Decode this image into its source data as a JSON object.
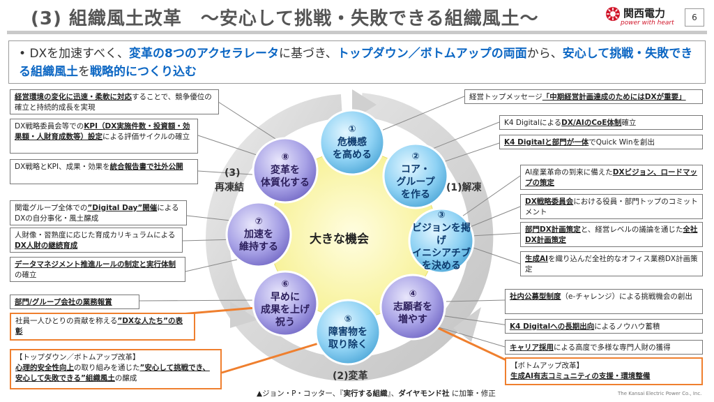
{
  "header": {
    "title": "(3) 組織風土改革　～安心して挑戦・失敗できる組織風土～",
    "logo_text": "関西電力",
    "logo_tagline": "power with heart",
    "page_number": "6"
  },
  "lead": {
    "bullet": "•",
    "seg1": "DXを加速すべく、",
    "seg2": "変革の8つのアクセラレータ",
    "seg3": "に基づき、",
    "seg4": "トップダウン／ボトムアップの両面",
    "seg5": "から、",
    "seg6": "安心して挑戦・失敗できる組織風土",
    "seg7": "を",
    "seg8": "戦略的につくり込む"
  },
  "diagram": {
    "center_label": "大きな機会",
    "phases": {
      "p1": "(1)解凍",
      "p2": "(2)変革",
      "p3_line1": "(3)",
      "p3_line2": "再凍結"
    },
    "nodes": [
      {
        "num": "①",
        "line1": "危機感",
        "line2": "を高める",
        "line3": ""
      },
      {
        "num": "②",
        "line1": "コア・",
        "line2": "グループ",
        "line3": "を作る"
      },
      {
        "num": "③",
        "line1": "ビジョンを掲げ",
        "line2": "イニシアチブ",
        "line3": "を決める"
      },
      {
        "num": "④",
        "line1": "志願者を",
        "line2": "増やす",
        "line3": ""
      },
      {
        "num": "⑤",
        "line1": "障害物を",
        "line2": "取り除く",
        "line3": ""
      },
      {
        "num": "⑥",
        "line1": "早めに",
        "line2": "成果を上げ",
        "line3": "祝う"
      },
      {
        "num": "⑦",
        "line1": "加速を",
        "line2": "維持する",
        "line3": ""
      },
      {
        "num": "⑧",
        "line1": "変革を",
        "line2": "体質化する",
        "line3": ""
      }
    ]
  },
  "left_boxes": {
    "b1": {
      "em": "経営環境の変化に迅速・柔軟に対応",
      "rest": "することで、競争優位の確立と持続的成長を実現"
    },
    "b2": {
      "pre": "DX戦略委員会等での",
      "em": "KPI（DX実施件数・投資額・効果額・人財育成数等）設定",
      "rest": "による評価サイクルの確立"
    },
    "b3": {
      "pre": "DX戦略とKPI、成果・効果を",
      "em": "統合報告書で社外公開",
      "rest": ""
    },
    "b4": {
      "pre": "関電グループ全体での",
      "em": "”Digital Day”開催",
      "rest": "によるDXの自分事化・風土醸成"
    },
    "b5": {
      "pre": "人財像・習熟度に応じた育成カリキュラムによる",
      "em": "DX人財の継続育成",
      "rest": ""
    },
    "b6": {
      "pre": "",
      "em": "データマネジメント推進ルールの制定と実行体制",
      "rest": "の確立"
    },
    "b7": {
      "pre": "",
      "em": "部門/グループ会社の業務報賞",
      "rest": ""
    },
    "b8": {
      "pre": "社員一人ひとりの貢献を称える",
      "em": "”DXな人たち”の表彰",
      "rest": ""
    },
    "b9": {
      "tag": "【トップダウン／ボトムアップ改革】",
      "em": "心理的安全性向上",
      "mid": "の取り組みを通じた",
      "em2": "”安心して挑戦でき、安心して失敗できる”組織風土",
      "rest": "の醸成"
    }
  },
  "right_boxes": {
    "r1": {
      "pre": "経営トップメッセージ",
      "em": "「中期経営計画達成のためにはDXが重要」",
      "rest": ""
    },
    "r2": {
      "pre": "K4 Digitalによる",
      "em": "DX/AIのCoE体制",
      "rest": "確立"
    },
    "r3": {
      "pre": "",
      "em": "K4 Digitalと部門が一体",
      "rest": "でQuick Winを創出"
    },
    "r4": {
      "pre": "AI産業革命の到来に備えた",
      "em": "DXビジョン、ロードマップの策定",
      "rest": ""
    },
    "r5": {
      "pre": "",
      "em": "DX戦略委員会",
      "rest": "における役員・部門トップのコミットメント"
    },
    "r6": {
      "pre": "",
      "em": "部門DX計画策定",
      "mid": "と、経営レベルの議論を通じた",
      "em2": "全社DX計画策定",
      "rest": ""
    },
    "r7": {
      "pre": "",
      "em": "生成AI",
      "rest": "を織り込んだ全社的なオフィス業務DX計画策定"
    },
    "r8": {
      "pre": "",
      "em": "社内公募型制度",
      "rest": "（e-チャレンジ）による挑戦機会の創出"
    },
    "r9": {
      "pre": "",
      "em": "K4 Digitalへの長期出向",
      "rest": "によるノウハウ蓄積"
    },
    "r10": {
      "pre": "",
      "em": "キャリア採用",
      "rest": "による高度で多様な専門人財の獲得"
    },
    "r11": {
      "tag": "【ボトムアップ改革】",
      "em": "生成AI有志コミュニティの支援・環境整備"
    }
  },
  "footer": {
    "source_pre": "▲ジョン・P・コッター、『",
    "source_book": "実行する組織",
    "source_mid": "』、",
    "source_pub": "ダイヤモンド社",
    "source_note": "  に加筆・修正",
    "copyright": "The Kansai Electric Power Co., Inc."
  },
  "colors": {
    "accent_blue": "#0b66c3",
    "orange": "#ef7f2e",
    "brand_red": "#d1172b",
    "center_yellow": "#fbf7ae"
  }
}
